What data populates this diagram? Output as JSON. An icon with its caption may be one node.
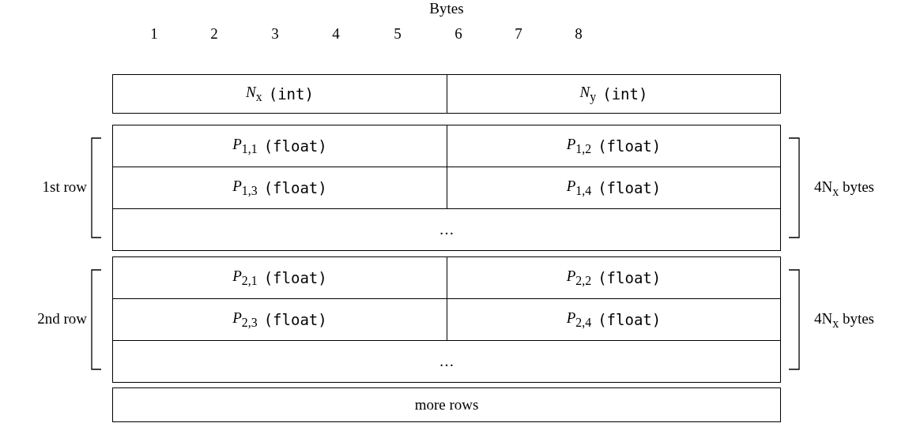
{
  "diagram": {
    "title": "Bytes",
    "labels": [
      "1",
      "2",
      "3",
      "4",
      "5",
      "6",
      "7",
      "8"
    ],
    "nodes": [
      {
        "text": [
          "*N*$_{x}$",
          "(int)"
        ]
      },
      {
        "text": [
          "*N*$_{y}$",
          "(int)"
        ]
      },
      {
        "text": [],
        "shape": "box",
        "beside": [
          "1st row",
          "4N$_{x}$ bytes"
        ]
      },
      {
        "text": [
          "*P*$_{1,1}$",
          "(float)"
        ],
        "in": 2
      },
      {
        "text": [
          "*P*$_{1,2}$",
          "(float)"
        ],
        "in": 2
      },
      {
        "text": [
          "*P*$_{1,3}$",
          "(float)"
        ],
        "in": 2
      },
      {
        "text": [
          "*P*$_{1,4}$",
          "(float)"
        ],
        "in": 2
      },
      {
        "text": [
          "…"
        ],
        "in": 2
      },
      {
        "text": [],
        "shape": "box",
        "beside": [
          "2nd row",
          "4N$_{x}$ bytes"
        ]
      },
      {
        "text": [
          "*P*$_{2,1}$",
          "(float)"
        ],
        "in": 8
      },
      {
        "text": [
          "*P*$_{2,2}$",
          "(float)"
        ],
        "in": 8
      },
      {
        "text": [
          "*P*$_{2,3}$",
          "(float)"
        ],
        "in": 8
      },
      {
        "text": [
          "*P*$_{2,4}$",
          "(float)"
        ],
        "in": 8
      },
      {
        "text": [
          "…"
        ],
        "in": 8
      },
      {
        "text": [
          "more rows"
        ]
      }
    ]
  }
}
